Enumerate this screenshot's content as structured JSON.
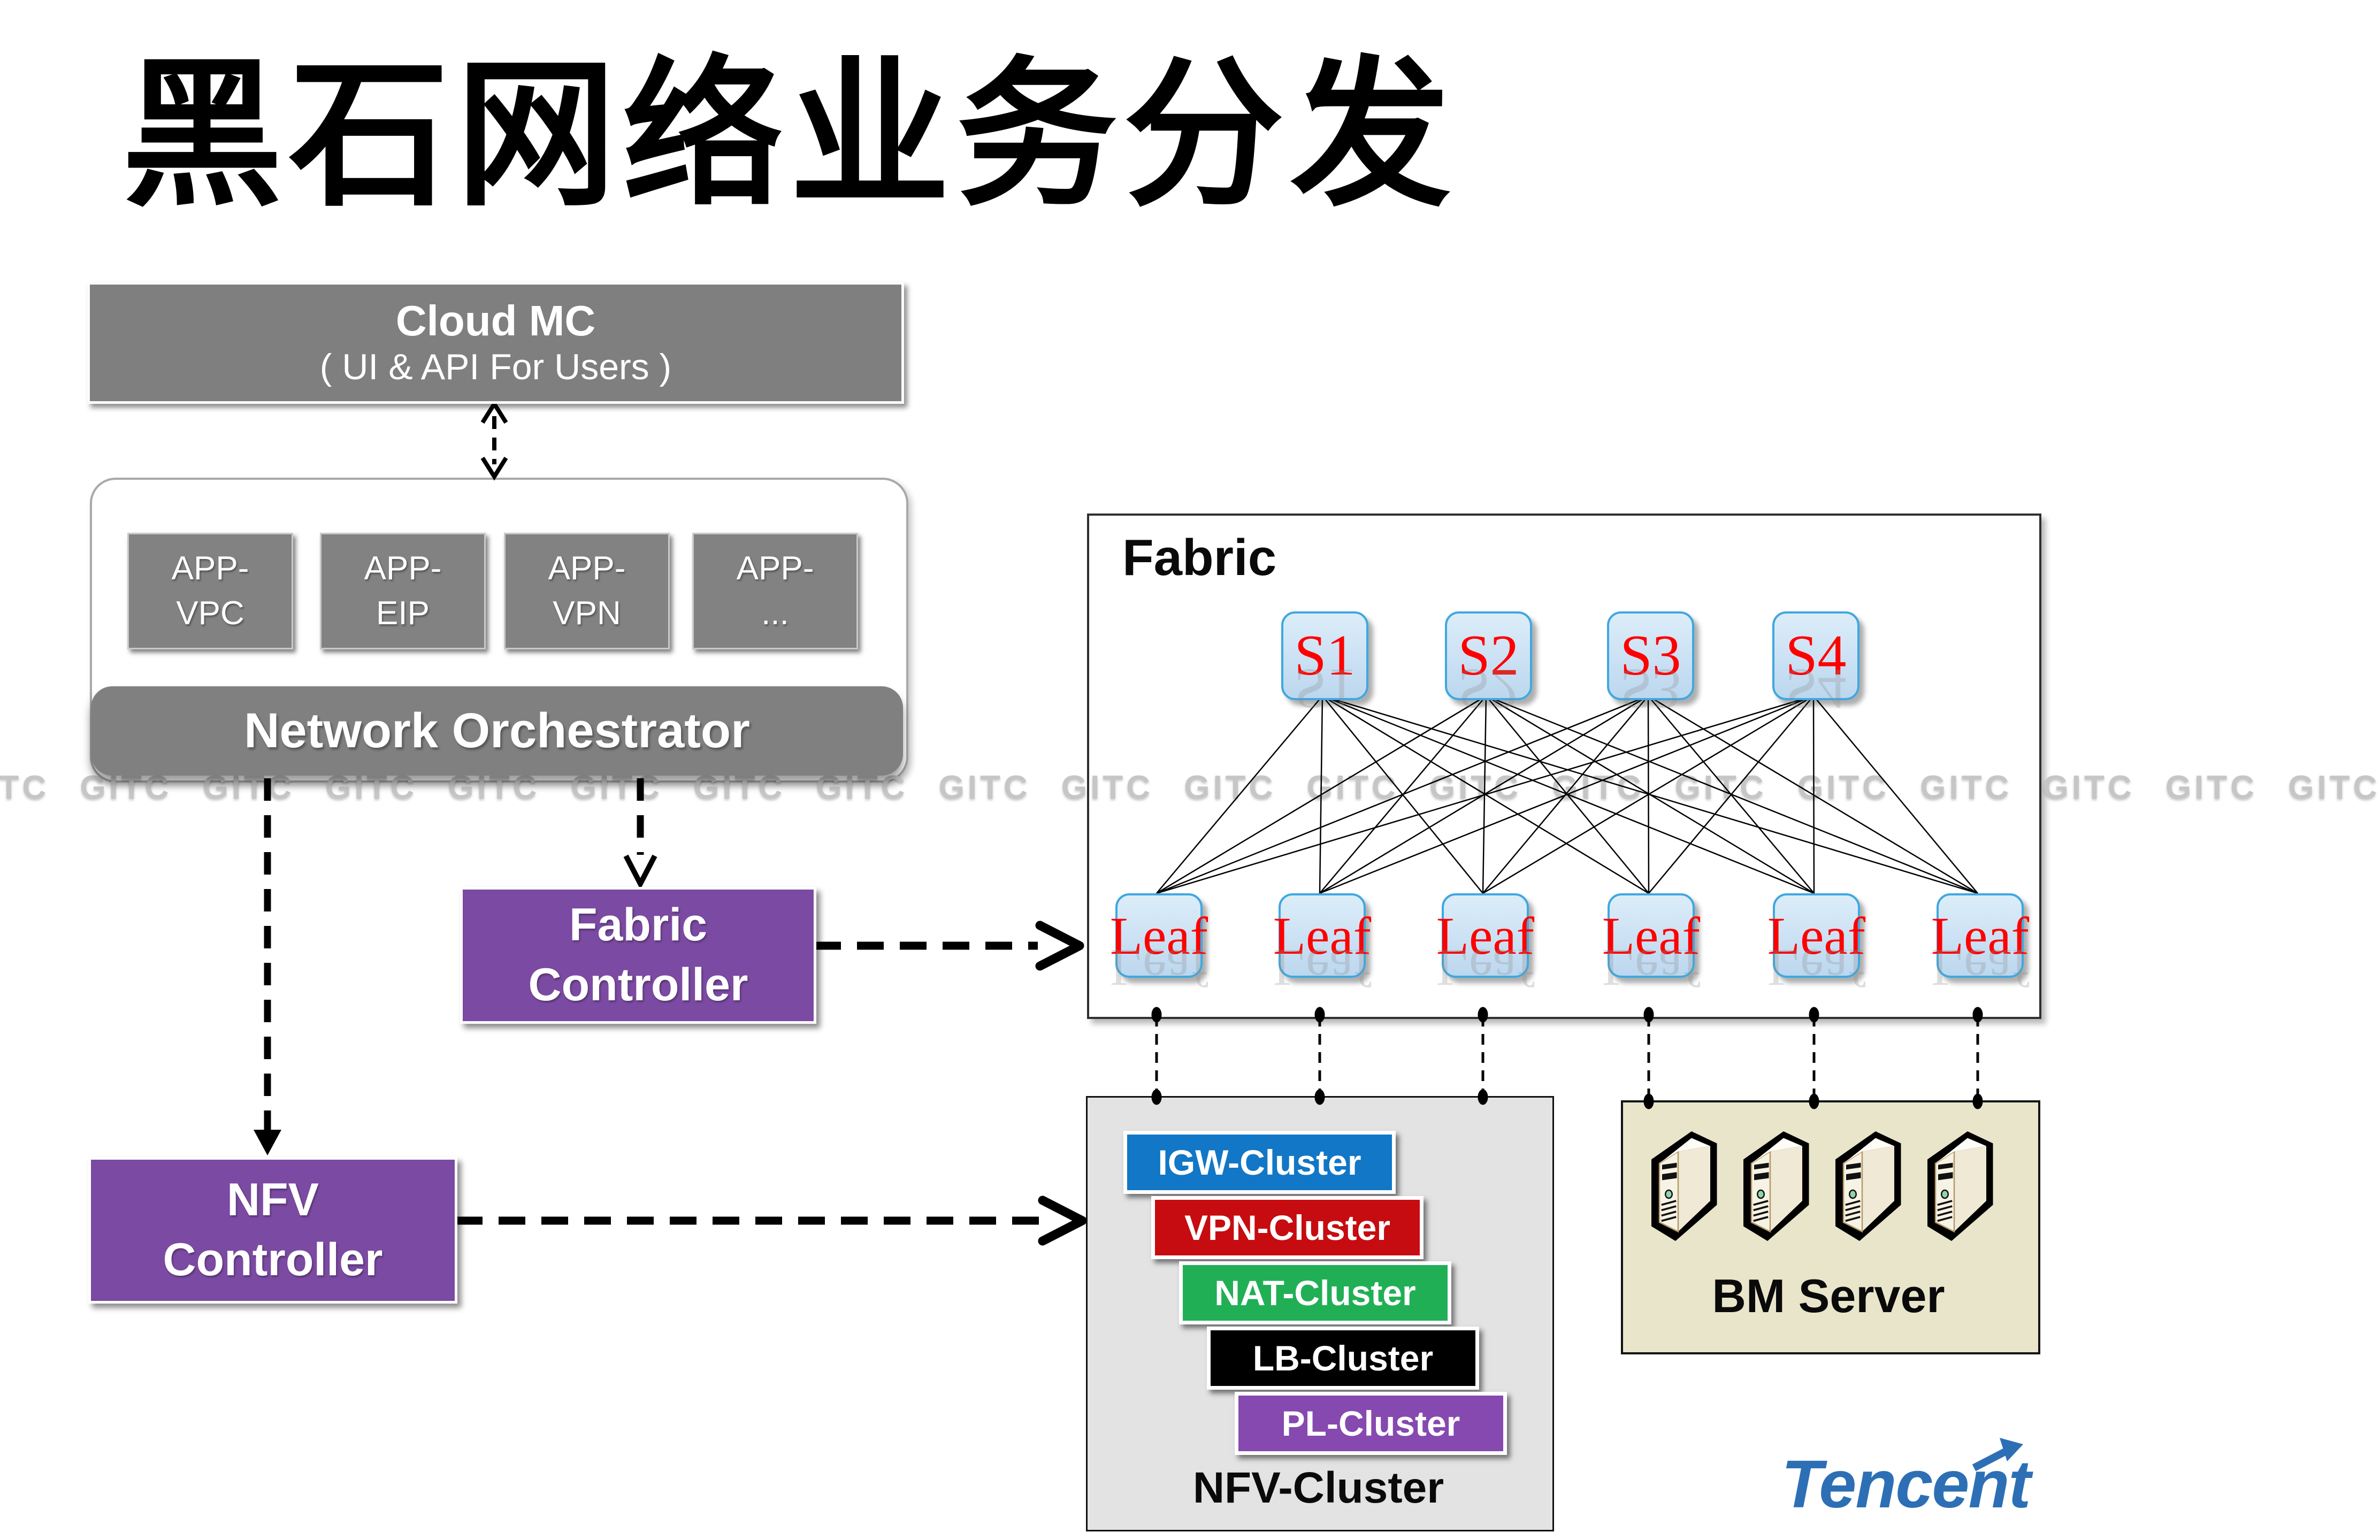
{
  "title": "黑石网络业务分发",
  "watermark": {
    "text": "GITC GITC GITC GITC GITC GITC GITC GITC GITC GITC GITC GITC GITC GITC GITC GITC GITC GITC GITC GITC"
  },
  "cloud_mc": {
    "title": "Cloud MC",
    "subtitle": "( UI & API For Users )"
  },
  "orchestrator": {
    "label": "Network Orchestrator",
    "apps": [
      {
        "line1": "APP-",
        "line2": "VPC"
      },
      {
        "line1": "APP-",
        "line2": "EIP"
      },
      {
        "line1": "APP-",
        "line2": "VPN"
      },
      {
        "line1": "APP-",
        "line2": "..."
      }
    ]
  },
  "controllers": {
    "fabric": {
      "line1": "Fabric",
      "line2": "Controller"
    },
    "nfv": {
      "line1": "NFV",
      "line2": "Controller"
    },
    "color": "#7b4aa2"
  },
  "fabric": {
    "label": "Fabric",
    "spines": [
      "S1",
      "S2",
      "S3",
      "S4"
    ],
    "leaves": [
      "Leaf",
      "Leaf",
      "Leaf",
      "Leaf",
      "Leaf",
      "Leaf"
    ],
    "node_text_color": "#ff0000",
    "node_fill": "#cbe1f4",
    "node_border": "#3fa8df"
  },
  "nfv_cluster": {
    "label": "NFV-Cluster",
    "items": [
      {
        "label": "IGW-Cluster",
        "color": "#1177c6"
      },
      {
        "label": "VPN-Cluster",
        "color": "#c60c10"
      },
      {
        "label": "NAT-Cluster",
        "color": "#21af56"
      },
      {
        "label": "LB-Cluster",
        "color": "#000000"
      },
      {
        "label": "PL-Cluster",
        "color": "#8549af"
      }
    ]
  },
  "bm_server": {
    "label": "BM Server"
  },
  "logo": {
    "text": "Tencent",
    "color": "#2d6fb5"
  }
}
